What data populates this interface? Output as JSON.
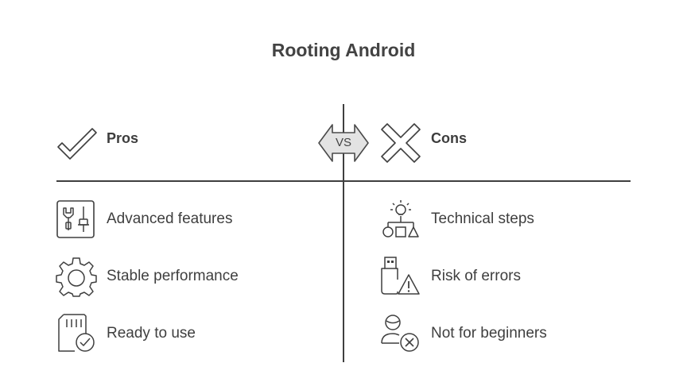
{
  "title": "Rooting Android",
  "vs_label": "VS",
  "pros": {
    "header": "Pros",
    "header_icon": "checkmark-icon",
    "items": [
      {
        "label": "Advanced features",
        "icon": "tools-panel-icon"
      },
      {
        "label": "Stable performance",
        "icon": "gear-icon"
      },
      {
        "label": "Ready to use",
        "icon": "sd-card-check-icon"
      }
    ]
  },
  "cons": {
    "header": "Cons",
    "header_icon": "cross-icon",
    "items": [
      {
        "label": "Technical steps",
        "icon": "idea-flowchart-icon"
      },
      {
        "label": "Risk of errors",
        "icon": "usb-warning-icon"
      },
      {
        "label": "Not for beginners",
        "icon": "user-cancel-icon"
      }
    ]
  },
  "colors": {
    "stroke": "#3f3f3f",
    "vs_fill": "#e3e3e3",
    "text": "#3f3f3f"
  }
}
